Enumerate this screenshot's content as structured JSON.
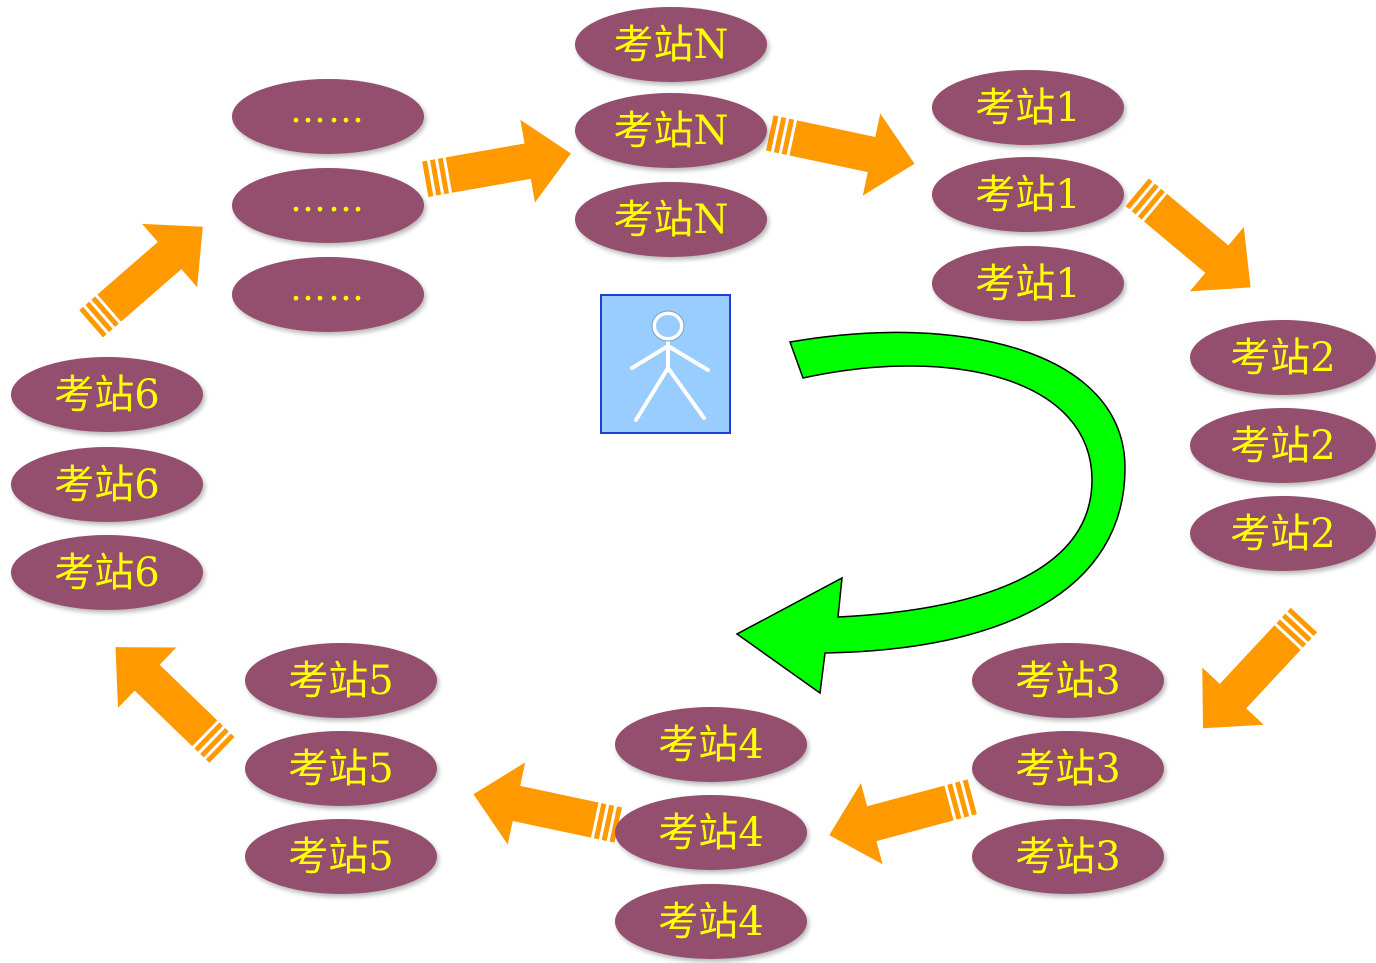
{
  "stations": {
    "n": [
      "考站N",
      "考站N",
      "考站N"
    ],
    "s1": [
      "考站1",
      "考站1",
      "考站1"
    ],
    "s2": [
      "考站2",
      "考站2",
      "考站2"
    ],
    "s3": [
      "考站3",
      "考站3",
      "考站3"
    ],
    "s4": [
      "考站4",
      "考站4",
      "考站4"
    ],
    "s5": [
      "考站5",
      "考站5",
      "考站5"
    ],
    "s6": [
      "考站6",
      "考站6",
      "考站6"
    ],
    "ellipsis": [
      "……",
      "……",
      "……"
    ]
  },
  "colors": {
    "station_fill": "#944e6e",
    "station_text": "#ffff00",
    "flow_arrow": "#ff9900",
    "rotation_arrow": "#00ff00",
    "person_box": "#99ccff"
  },
  "icons": {
    "person": "person-stick-figure-icon",
    "rotation": "curved-rotation-arrow-icon",
    "flow": "striped-flow-arrow-icon"
  }
}
